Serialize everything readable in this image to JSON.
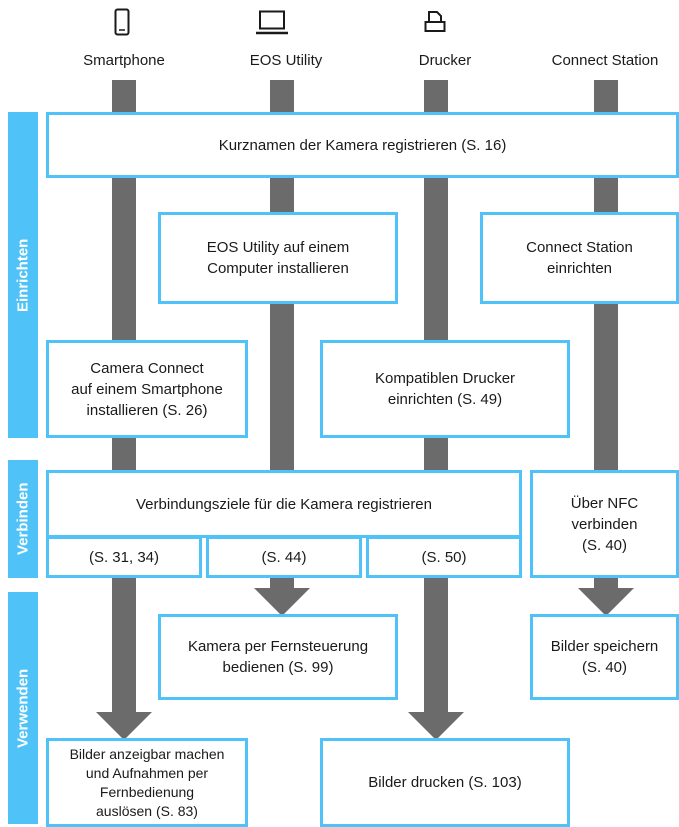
{
  "columns": [
    {
      "label": "Smartphone",
      "icon": "smartphone-icon"
    },
    {
      "label": "EOS Utility",
      "icon": "laptop-icon"
    },
    {
      "label": "Drucker",
      "icon": "printer-icon"
    },
    {
      "label": "Connect Station",
      "icon": "connect-station-icon"
    }
  ],
  "sections": {
    "setup": "Einrichten",
    "connect": "Verbinden",
    "use": "Verwenden"
  },
  "boxes": {
    "register_name": "Kurznamen der Kamera registrieren (S. 16)",
    "eos_install_line1": "EOS Utility auf einem",
    "eos_install_line2": "Computer installieren",
    "station_setup_line1": "Connect Station",
    "station_setup_line2": "einrichten",
    "cc_line1": "Camera Connect",
    "cc_line2": "auf einem Smartphone",
    "cc_line3": "installieren (S. 26)",
    "printer_line1": "Kompatiblen Drucker",
    "printer_line2": "einrichten (S. 49)",
    "register_targets": "Verbindungsziele für die Kamera registrieren",
    "ref_smartphone": "(S. 31, 34)",
    "ref_eos": "(S. 44)",
    "ref_printer": "(S. 50)",
    "nfc_line1": "Über NFC",
    "nfc_line2": "verbinden",
    "nfc_line3": "(S. 40)",
    "remote_line1": "Kamera per Fernsteuerung",
    "remote_line2": "bedienen (S. 99)",
    "save_line1": "Bilder speichern",
    "save_line2": "(S. 40)",
    "view_line1": "Bilder anzeigbar machen",
    "view_line2": "und Aufnahmen per",
    "view_line3": "Fernbedienung",
    "view_line4": "auslösen (S. 83)",
    "print": "Bilder drucken (S. 103)"
  },
  "colors": {
    "accent": "#4fc3f7",
    "stem": "#6b6b6b"
  }
}
